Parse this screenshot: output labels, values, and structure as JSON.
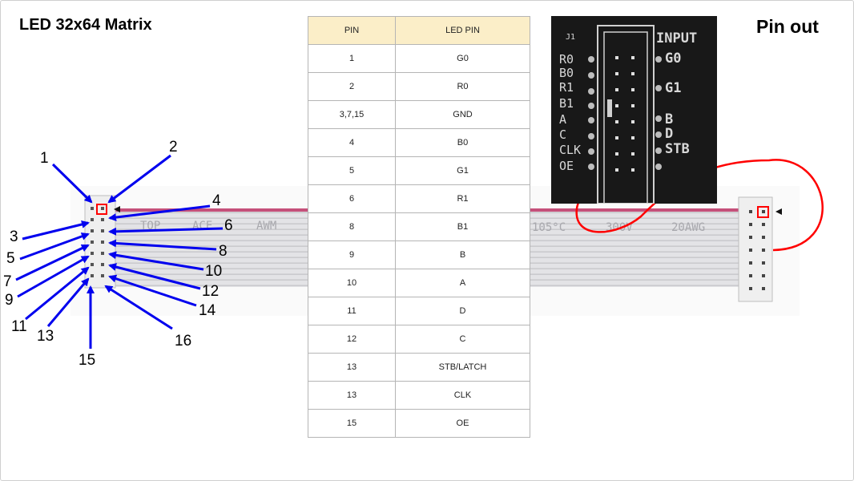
{
  "title_left": "LED 32x64 Matrix",
  "title_right": "Pin out",
  "table": {
    "headers": [
      "PIN",
      "LED PIN"
    ],
    "rows": [
      [
        "1",
        "G0"
      ],
      [
        "2",
        "R0"
      ],
      [
        "3,7,15",
        "GND"
      ],
      [
        "4",
        "B0"
      ],
      [
        "5",
        "G1"
      ],
      [
        "6",
        "R1"
      ],
      [
        "8",
        "B1"
      ],
      [
        "9",
        "B"
      ],
      [
        "10",
        "A"
      ],
      [
        "11",
        "D"
      ],
      [
        "12",
        "C"
      ],
      [
        "13",
        "STB/LATCH"
      ],
      [
        "13",
        "CLK"
      ],
      [
        "15",
        "OE"
      ]
    ]
  },
  "connector_pins": [
    "1",
    "2",
    "3",
    "4",
    "5",
    "6",
    "7",
    "8",
    "9",
    "10",
    "11",
    "12",
    "13",
    "14",
    "15",
    "16"
  ],
  "board": {
    "ref": "J1",
    "header_label": "INPUT",
    "left_labels": [
      "R0",
      "B0",
      "R1",
      "B1",
      "A",
      "C",
      "CLK",
      "OE"
    ],
    "right_labels": [
      "G0",
      "G1",
      "B",
      "D",
      "STB"
    ]
  },
  "cable_print": [
    "TOP",
    "ACE",
    "AWM",
    "105°C",
    "300V",
    "20AWG"
  ],
  "colors": {
    "arrows": "#0000ee",
    "highlight": "#ff0000",
    "header_fill": "#fbeec8",
    "board": "#181818"
  }
}
